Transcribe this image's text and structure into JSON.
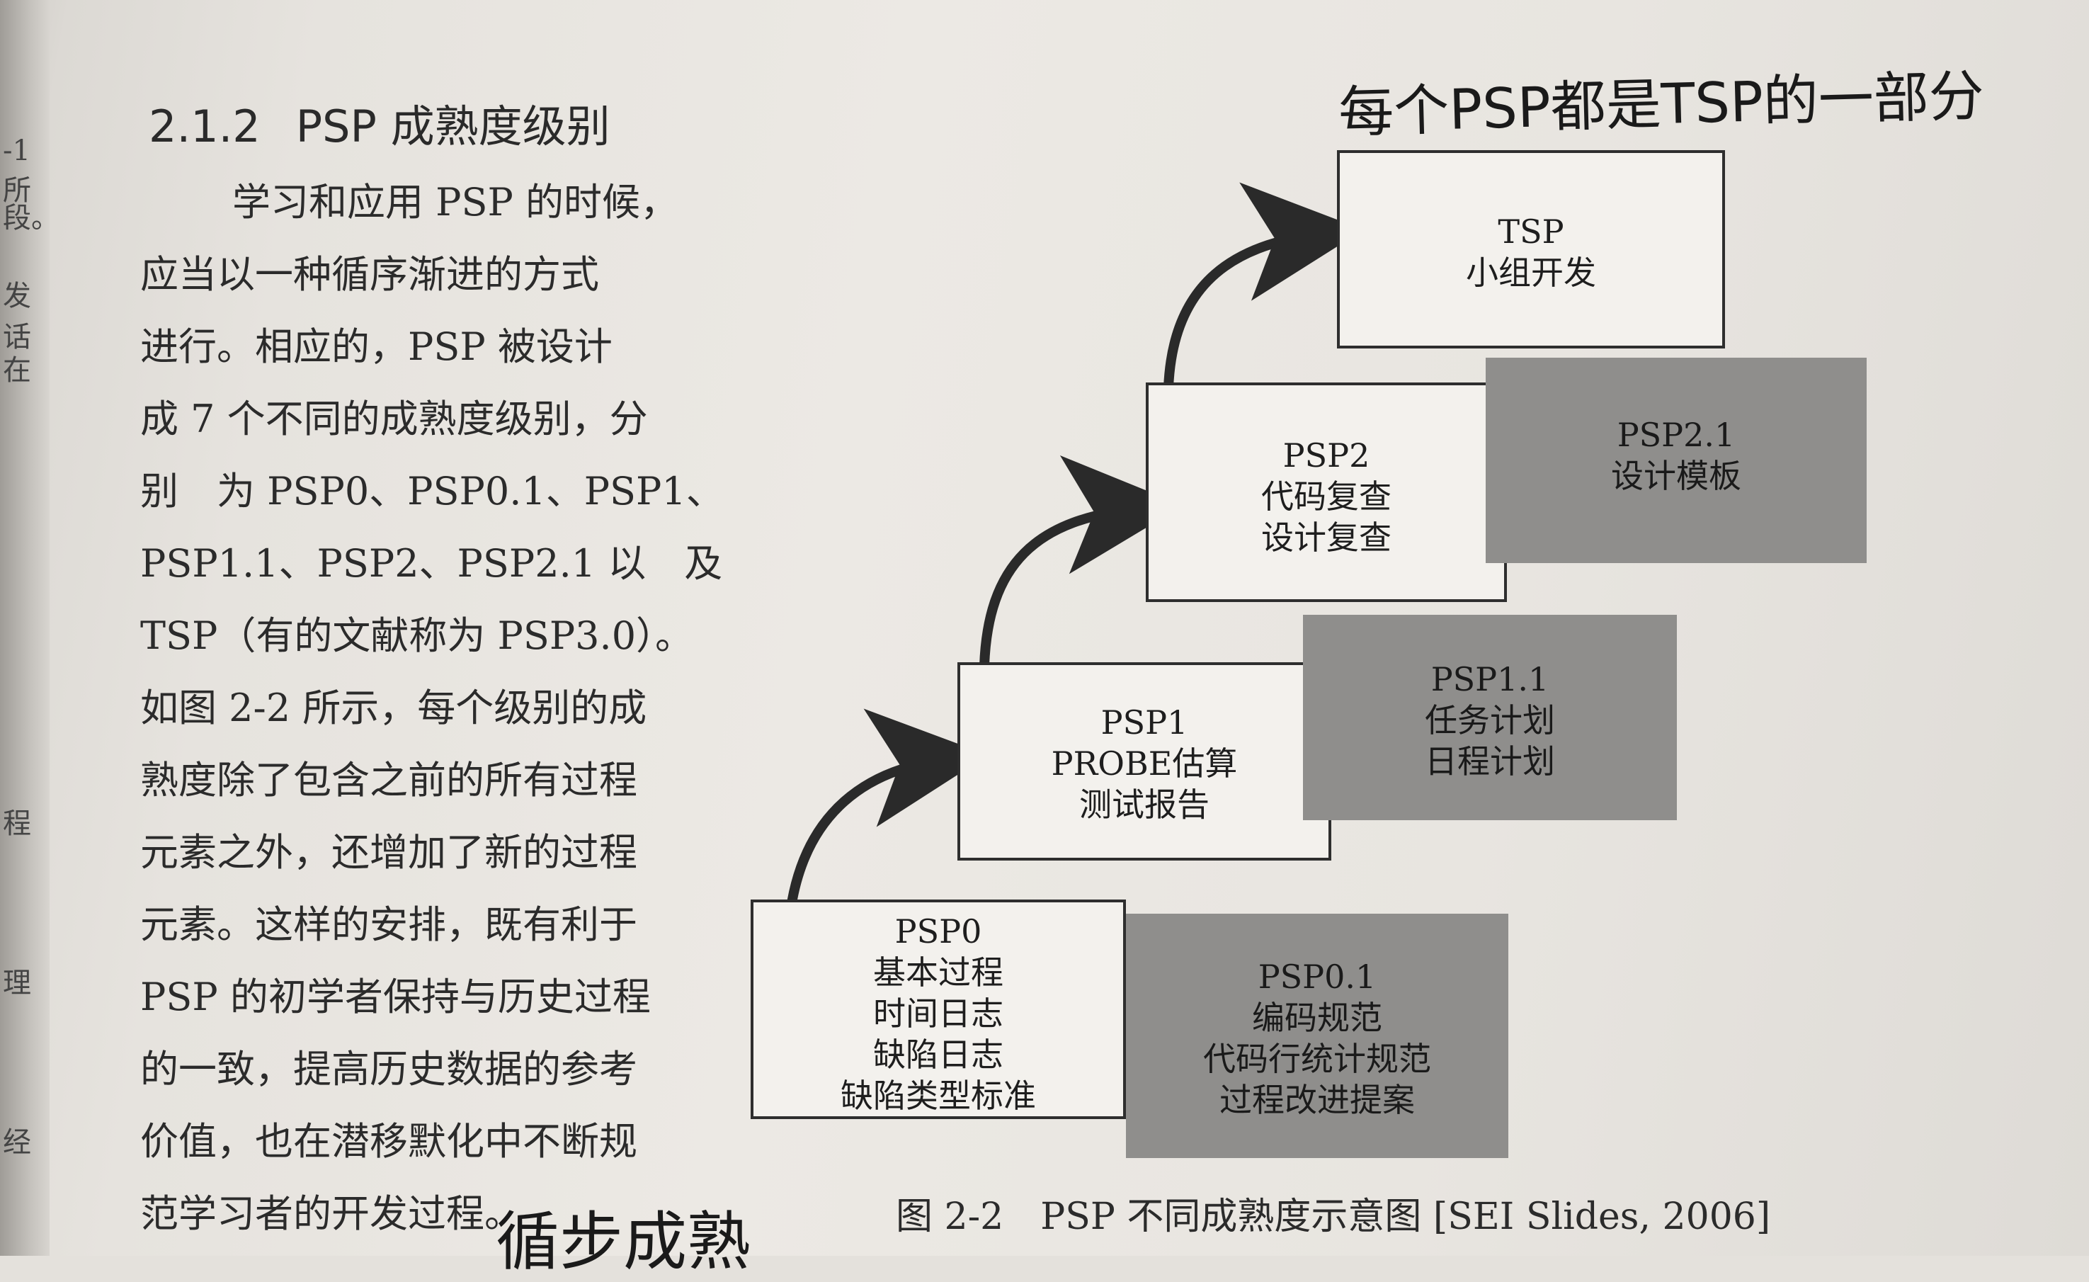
{
  "section": {
    "number": "2.1.2",
    "title": "PSP 成熟度级别"
  },
  "paragraph_lines": [
    "学习和应用 PSP 的时候，",
    "应当以一种循序渐进的方式",
    "进行。相应的，PSP 被设计",
    "成 7 个不同的成熟度级别，分",
    "别　为 PSP0、PSP0.1、PSP1、",
    "PSP1.1、PSP2、PSP2.1 以　及",
    "TSP（有的文献称为 PSP3.0）。",
    "如图 2-2 所示，每个级别的成",
    "熟度除了包含之前的所有过程",
    "元素之外，还增加了新的过程",
    "元素。这样的安排，既有利于",
    "PSP 的初学者保持与历史过程",
    "的一致，提高历史数据的参考",
    "价值，也在潜移默化中不断规",
    "范学习者的开发过程。"
  ],
  "margin_fragments": [
    "-1 所",
    "段。",
    "发话",
    "在",
    "程",
    "理",
    "经"
  ],
  "handwritten_annotation": "每个PSP都是TSP的一部分",
  "handwritten_bottom": "循步成熟",
  "diagram": {
    "levels": [
      {
        "title": "PSP0",
        "lines": [
          "基本过程",
          "时间日志",
          "缺陷日志",
          "缺陷类型标准"
        ]
      },
      {
        "title": "PSP0.1",
        "lines": [
          "编码规范",
          "代码行统计规范",
          "过程改进提案"
        ]
      },
      {
        "title": "PSP1",
        "lines": [
          "PROBE估算",
          "测试报告"
        ]
      },
      {
        "title": "PSP1.1",
        "lines": [
          "任务计划",
          "日程计划"
        ]
      },
      {
        "title": "PSP2",
        "lines": [
          "代码复查",
          "设计复查"
        ]
      },
      {
        "title": "PSP2.1",
        "lines": [
          "设计模板"
        ]
      },
      {
        "title": "TSP",
        "lines": [
          "小组开发"
        ]
      }
    ],
    "caption": "图 2-2　PSP 不同成熟度示意图 [SEI Slides, 2006]",
    "colors": {
      "white_box": "#f3f1ed",
      "grey_box": "#8f8e8c",
      "arrow": "#2a2a2a"
    }
  }
}
